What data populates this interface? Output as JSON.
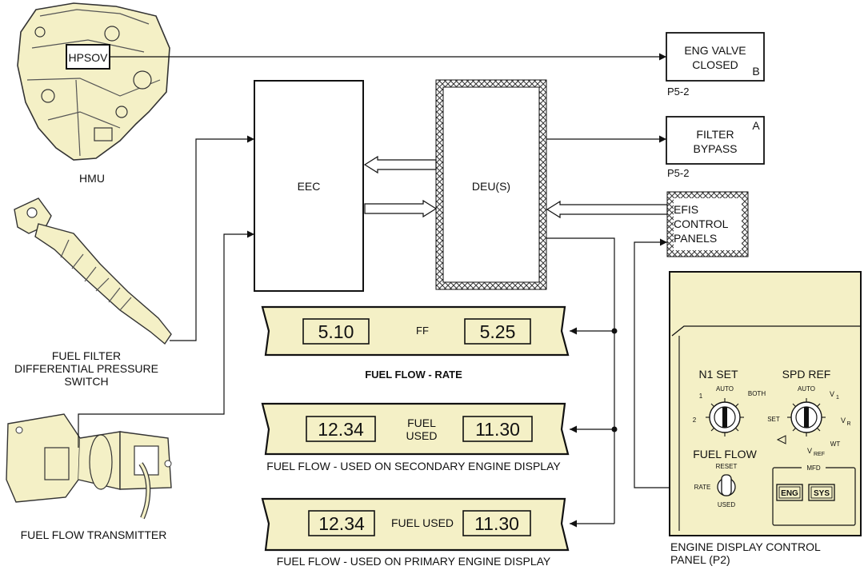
{
  "components": {
    "hmu": {
      "label": "HMU",
      "hpsov_label": "HPSOV"
    },
    "fuel_filter_switch": {
      "label_lines": [
        "FUEL FILTER",
        "DIFFERENTIAL PRESSURE",
        "SWITCH"
      ]
    },
    "fuel_flow_transmitter": {
      "label": "FUEL FLOW TRANSMITTER"
    },
    "eec": {
      "label": "EEC"
    },
    "deu": {
      "label": "DEU(S)"
    },
    "eng_valve_closed": {
      "lines": [
        "ENG VALVE",
        "CLOSED"
      ],
      "letter": "B",
      "panel": "P5-2"
    },
    "filter_bypass": {
      "lines": [
        "FILTER",
        "BYPASS"
      ],
      "letter": "A",
      "panel": "P5-2"
    },
    "efis_control_panels": {
      "lines": [
        "EFIS",
        "CONTROL",
        "PANELS"
      ]
    },
    "edcp": {
      "caption_lines": [
        "ENGINE DISPLAY CONTROL",
        "PANEL (P2)"
      ],
      "n1_set": {
        "title": "N1 SET",
        "positions": [
          "AUTO",
          "BOTH",
          "1",
          "2"
        ]
      },
      "spd_ref": {
        "title": "SPD REF",
        "positions": [
          "AUTO",
          "V",
          "1",
          "V",
          "R",
          "WT",
          "V",
          "REF",
          "SET"
        ]
      },
      "fuel_flow_switch": {
        "title": "FUEL FLOW",
        "positions": [
          "RESET",
          "RATE",
          "USED"
        ]
      },
      "mfd": {
        "title": "MFD",
        "buttons": [
          "ENG",
          "SYS"
        ]
      }
    }
  },
  "displays": [
    {
      "left_value": "5.10",
      "center_lines": [
        "FF"
      ],
      "right_value": "5.25",
      "caption": "FUEL FLOW - RATE"
    },
    {
      "left_value": "12.34",
      "center_lines": [
        "FUEL",
        "USED"
      ],
      "right_value": "11.30",
      "caption": "FUEL FLOW - USED ON SECONDARY ENGINE DISPLAY"
    },
    {
      "left_value": "12.34",
      "center_lines": [
        "FUEL USED"
      ],
      "right_value": "11.30",
      "caption": "FUEL FLOW - USED ON PRIMARY ENGINE DISPLAY"
    }
  ]
}
